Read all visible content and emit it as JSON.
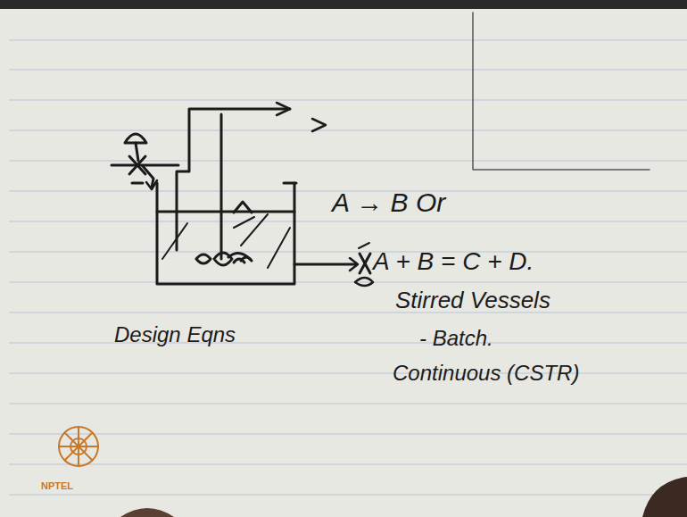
{
  "diagram": {
    "labels": [
      "A → B Or",
      "A + B = C + D.",
      "Stirred Vessels",
      "- Batch.",
      "Continuous (CSTR)",
      "Design Eqns",
      "NPTEL"
    ]
  }
}
